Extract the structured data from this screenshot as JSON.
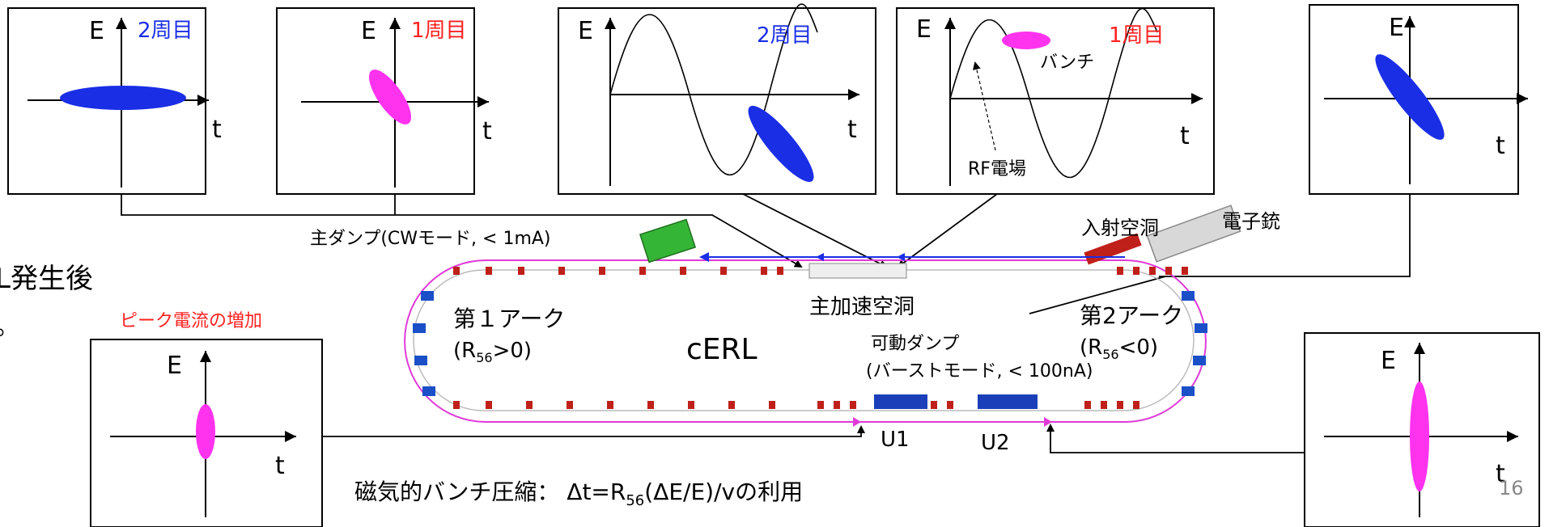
{
  "colors": {
    "blue": "#1a2ee6",
    "magenta": "#ff33ee",
    "red": "#ff2020",
    "ring": "#e03ad8"
  },
  "panels": {
    "p1": {
      "e": "E",
      "t": "t",
      "turn": "2周目"
    },
    "p2": {
      "e": "E",
      "t": "t",
      "turn": "1周目"
    },
    "p3": {
      "e": "E",
      "t": "t",
      "turn": "2周目"
    },
    "p4": {
      "e": "E",
      "t": "t",
      "turn": "1周目",
      "bunch": "バンチ",
      "rf": "RF電場"
    },
    "p5": {
      "e": "E",
      "t": "t"
    },
    "p6": {
      "e": "E",
      "t": "t"
    },
    "p7": {
      "e": "E",
      "t": "t"
    }
  },
  "labels": {
    "main_dump": "主ダンプ(CWモード, < 1mA)",
    "left_text": "L発生後",
    "left_dot": "。",
    "peak": "ピーク電流の増加",
    "injector_cavity": "入射空洞",
    "gun": "電子銃",
    "main_cavity": "主加速空洞",
    "arc1": "第１アーク",
    "arc1_r": "(R",
    "arc1_sub": "56",
    "arc1_tail": ">0)",
    "arc2": "第2アーク",
    "arc2_r": "(R",
    "arc2_sub": "56",
    "arc2_tail": "<0)",
    "cerl": "cERL",
    "movable_dump": "可動ダンプ",
    "burst_mode": "(バーストモード, < 100nA)",
    "u1": "U1",
    "u2": "U2",
    "formula_a": "磁気的バンチ圧縮： Δt=R",
    "formula_sub": "56",
    "formula_b": "(ΔE/E)/vの利用",
    "page_number": "16"
  }
}
